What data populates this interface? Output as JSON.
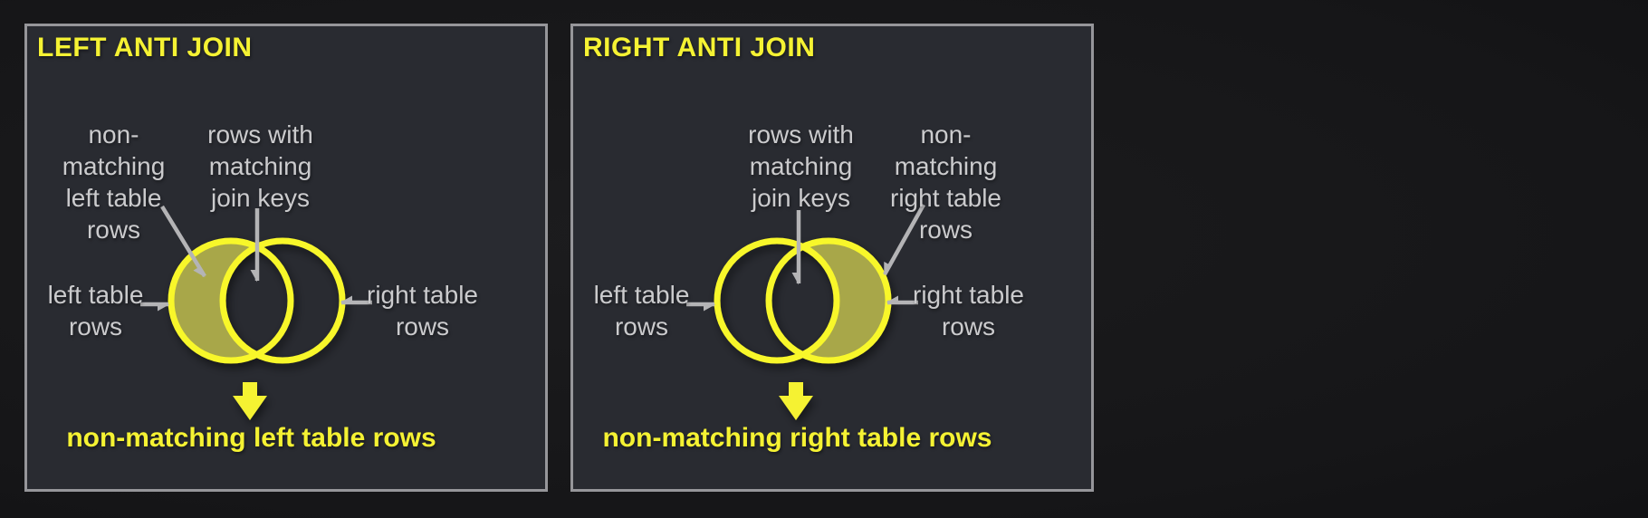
{
  "colors": {
    "page-bg": "#19191b",
    "panel-bg": "#292b31",
    "panel-border": "#96969a",
    "accent-yellow": "#f5f233",
    "venn-stroke": "#f8f72b",
    "crescent-fill": "#a8a74a",
    "label-gray": "#cbcbcd",
    "arrow-gray": "#b4b4b6"
  },
  "panels": [
    {
      "id": "left-anti-join",
      "title": "LEFT ANTI JOIN",
      "highlighted_region": "left",
      "labels": {
        "non_matching": {
          "lines": [
            "non-",
            "matching",
            "left table",
            "rows"
          ]
        },
        "matching": {
          "lines": [
            "rows with",
            "matching",
            "join keys"
          ]
        },
        "left_table": {
          "lines": [
            "left table",
            "rows"
          ]
        },
        "right_table": {
          "lines": [
            "right table",
            "rows"
          ]
        }
      },
      "result": "non-matching left table rows"
    },
    {
      "id": "right-anti-join",
      "title": "RIGHT ANTI JOIN",
      "highlighted_region": "right",
      "labels": {
        "matching": {
          "lines": [
            "rows with",
            "matching",
            "join keys"
          ]
        },
        "non_matching": {
          "lines": [
            "non-",
            "matching",
            "right table",
            "rows"
          ]
        },
        "left_table": {
          "lines": [
            "left table",
            "rows"
          ]
        },
        "right_table": {
          "lines": [
            "right table",
            "rows"
          ]
        }
      },
      "result": "non-matching right table rows"
    }
  ]
}
